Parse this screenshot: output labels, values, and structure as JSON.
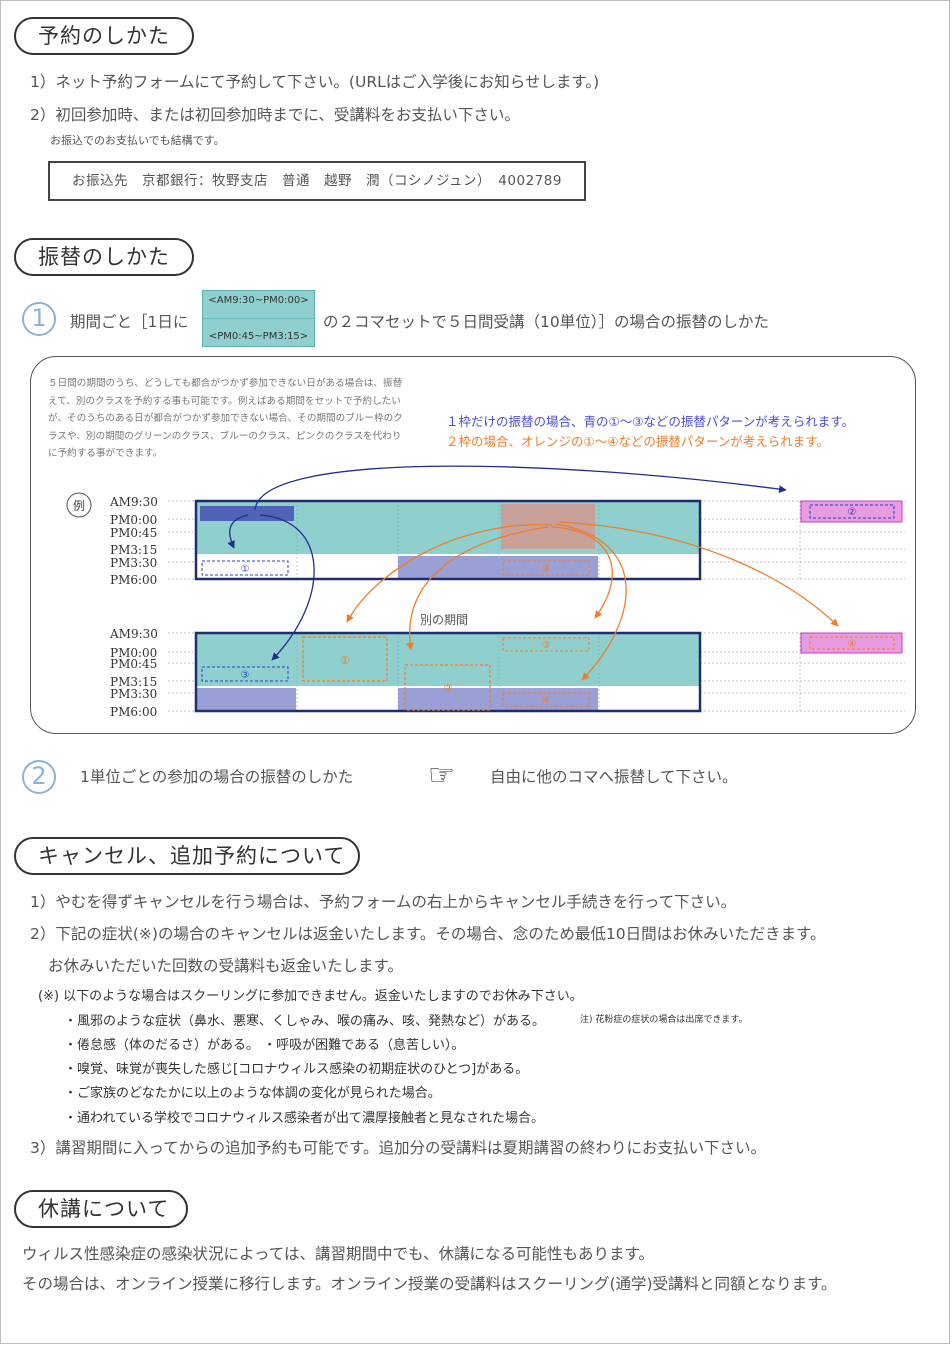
{
  "sections": {
    "reservation": "予約のしかた",
    "transfer": "振替のしかた",
    "cancel": "キャンセル、追加予約について",
    "closure": "休講について"
  },
  "reservation": {
    "item1": "1）ネット予約フォームにて予約して下さい。(URLはご入学後にお知らせします。)",
    "item2": "2）初回参加時、または初回参加時までに、受講料をお支払い下さい。",
    "transfer_note": "お振込でのお支払いでも結構です。",
    "bank": "お振込先　京都銀行：牧野支店　普通　越野　潤（コシノジュン）　4002789"
  },
  "transfer": {
    "case1_num": "1",
    "case1_pre": "期間ごと［1日に",
    "case1_post": "の２コマセットで５日間受講（10単位）］の場合の振替のしかた",
    "legend_top": "<AM9:30~PM0:00>",
    "legend_bottom": "<PM0:45~PM3:15>",
    "diagram_text": "５日間の期間のうち、どうしても都合がつかず参加できない日がある場合は、振替えて、別のクラスを予約する事も可能です。例えばある期間をセットで予約したいが、そのうちのある日が都合がつかず参加できない場合、その期間のブルー枠のクラスや、別の期間のグリーンのクラス、ブルーのクラス、ピンクのクラスを代わりに予約する事ができます。",
    "blue_note": "１枠だけの振替の場合、青の①〜③などの振替パターンが考えられます。",
    "orange_note": "２枠の場合、オレンジの①〜④などの振替パターンが考えられます。",
    "example_label": "例",
    "times": [
      "AM9:30",
      "PM0:00",
      "PM0:45",
      "PM3:15",
      "PM3:30",
      "PM6:00"
    ],
    "other_period": "別の期間",
    "marks": {
      "c1": "①",
      "c2": "②",
      "c3": "③",
      "c4": "④"
    },
    "case2_num": "2",
    "case2_text": "1単位ごとの参加の場合の振替のしかた",
    "case2_hand": "☞",
    "case2_result": "自由に他のコマへ振替して下さい。"
  },
  "cancel": {
    "item1": "1）やむを得ずキャンセルを行う場合は、予約フォームの右上からキャンセル手続きを行って下さい。",
    "item2": "2）下記の症状(※)の場合のキャンセルは返金いたします。その場合、念のため最低10日間はお休みいただきます。",
    "item2b": "お休みいただいた回数の受講料も返金いたします。",
    "note_head": "(※) 以下のような場合はスクーリングに参加できません。返金いたしますのでお休み下さい。",
    "symptom1": "・風邪のような症状（鼻水、悪寒、くしゃみ、喉の痛み、咳、発熱など）がある。",
    "symptom1_note": "注) 花粉症の症状の場合は出席できます。",
    "symptom2": "・倦怠感（体のだるさ）がある。 ・呼吸が困難である（息苦しい）。",
    "symptom3": "・嗅覚、味覚が喪失した感じ[コロナウィルス感染の初期症状のひとつ]がある。",
    "symptom4": "・ご家族のどなたかに以上のような体調の変化が見られた場合。",
    "symptom5": "・通われている学校でコロナウィルス感染者が出て濃厚接触者と見なされた場合。",
    "item3": "3）講習期間に入ってからの追加予約も可能です。追加分の受講料は夏期講習の終わりにお支払い下さい。"
  },
  "closure": {
    "line1": "ウィルス性感染症の感染状況によっては、講習期間中でも、休講になる可能性もあります。",
    "line2": "その場合は、オンライン授業に移行します。オンライン授業の受講料はスクーリング(通学)受講料と同額となります。"
  },
  "colors": {
    "teal": "#8fcfcd",
    "navy": "#1f2f6e",
    "blue": "#4a4ed6",
    "orange": "#f07c2c",
    "pink": "#e79be0",
    "lavender": "#9aa0d6"
  }
}
